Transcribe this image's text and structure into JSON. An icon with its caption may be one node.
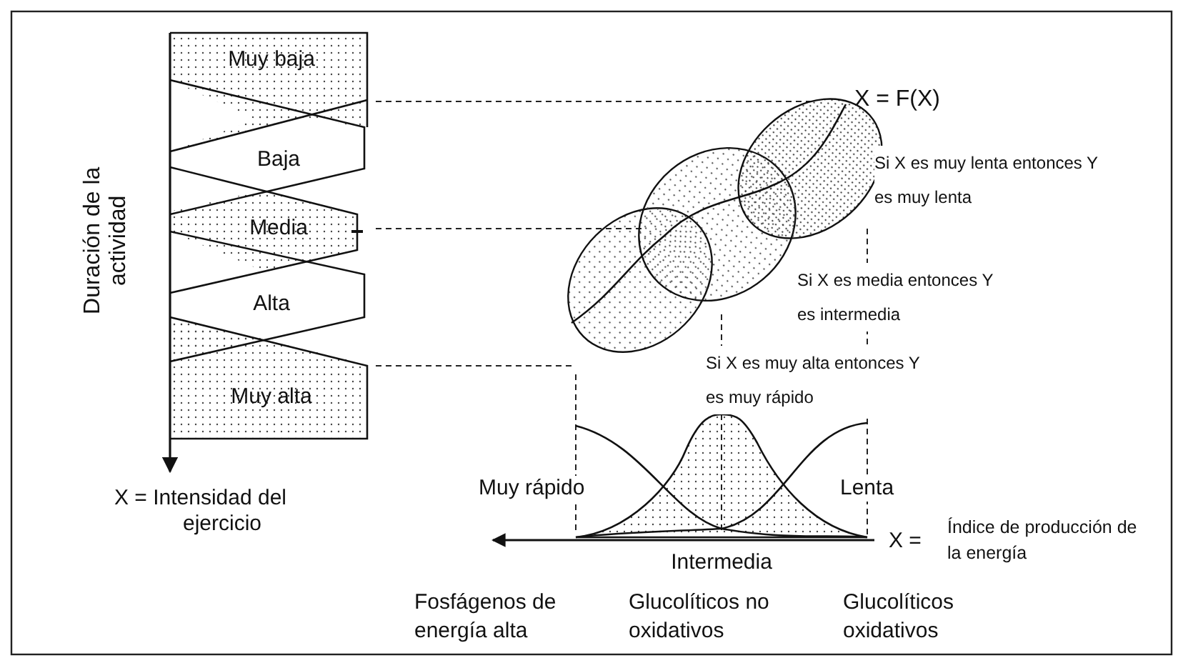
{
  "diagram": {
    "labels": [
      "Muy baja",
      "Baja",
      "Media",
      "Alta",
      "Muy alta",
      "Duración de la actividad",
      "X = Intensidad del ejercicio",
      "X = F(X)",
      "Si X es muy lenta entonces Y es muy lenta",
      "Si X es media entonces Y es intermedia",
      "Si X es muy alta entonces Y es muy rápido",
      "Muy rápido",
      "Lenta",
      "X =",
      "Índice de producción de la energía",
      "Intermedia",
      "Fosfágenos de energía alta",
      "Glucolíticos no oxidativos",
      "Glucolíticos oxidativos"
    ]
  }
}
